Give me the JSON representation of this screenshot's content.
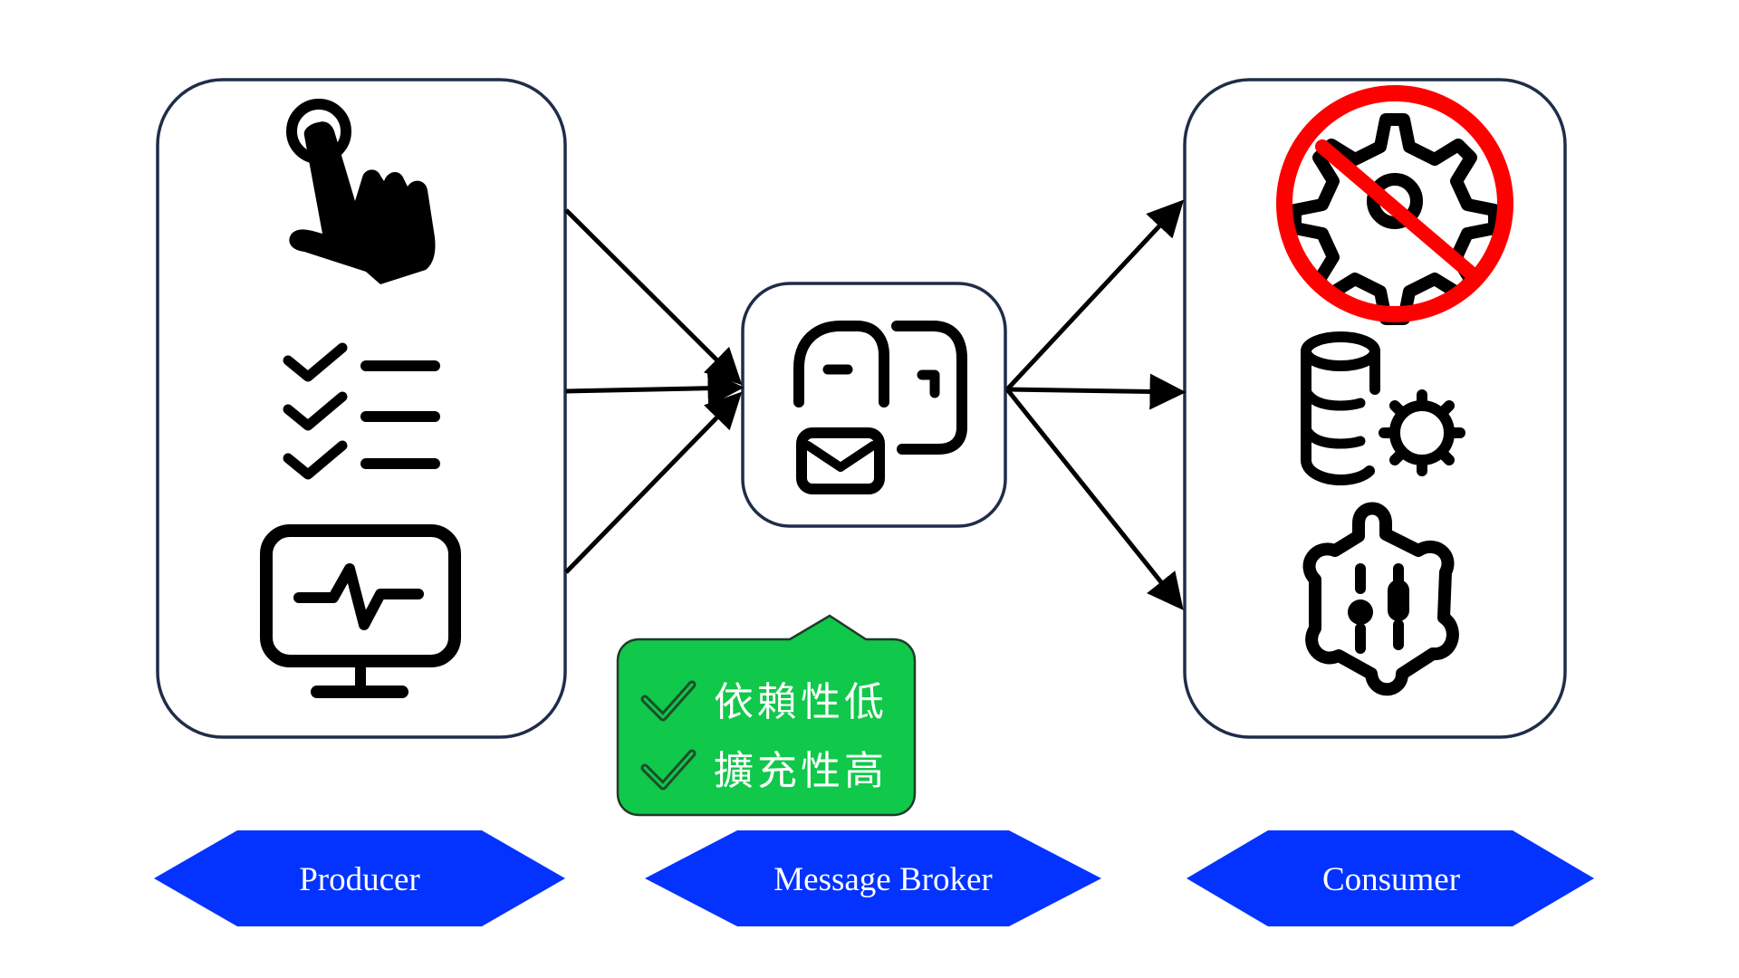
{
  "labels": {
    "producer": "Producer",
    "broker": "Message Broker",
    "consumer": "Consumer"
  },
  "callout": {
    "items": [
      "依賴性低",
      "擴充性高"
    ]
  },
  "colors": {
    "label_fill": "#0433ff",
    "callout_fill": "#10c84a",
    "box_stroke": "#1f2d4a",
    "prohibit_red": "#ff0000"
  },
  "icons": {
    "producer": [
      "tap-hand-icon",
      "checklist-icon",
      "monitor-pulse-icon"
    ],
    "broker": [
      "message-hub-icon"
    ],
    "consumer": [
      "no-gear-icon",
      "database-gear-icon",
      "gear-switches-icon"
    ]
  }
}
